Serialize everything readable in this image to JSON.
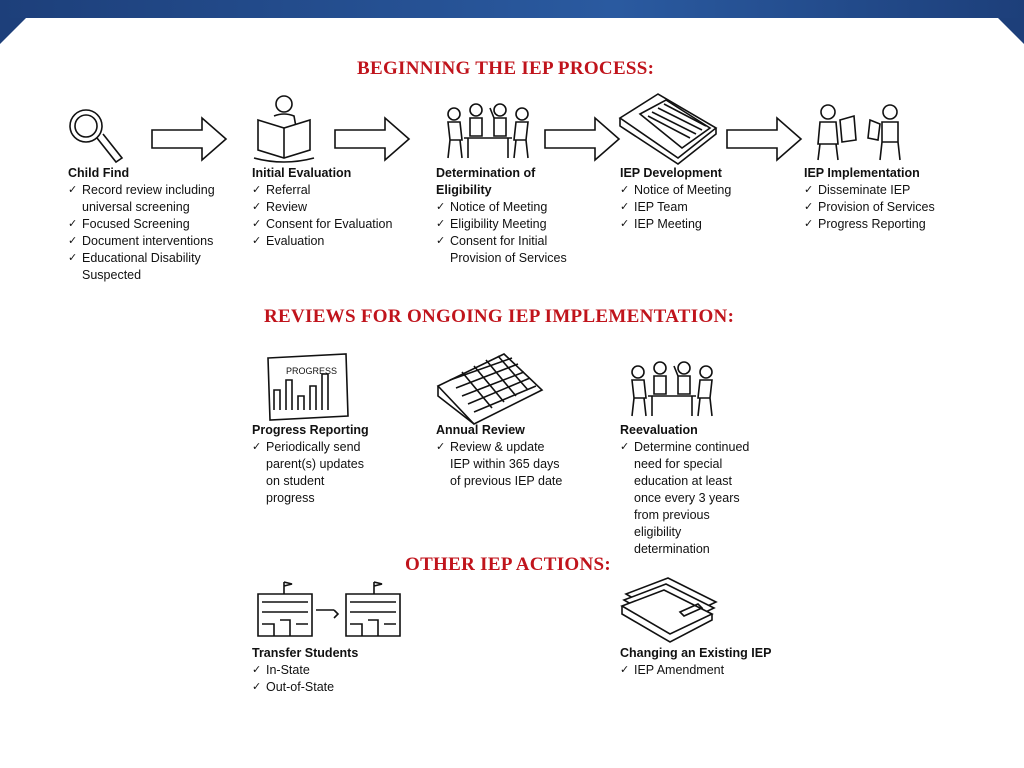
{
  "headings": {
    "beginning": "BEGINNING THE IEP PROCESS:",
    "reviews": "REVIEWS FOR ONGOING IEP IMPLEMENTATION:",
    "other": "OTHER IEP ACTIONS:"
  },
  "beginning_steps": [
    {
      "title": "Child Find",
      "icon": "magnifying-glass-icon",
      "items": [
        "Record review including universal screening",
        "Focused Screening",
        "Document interventions",
        "Educational Disability Suspected"
      ]
    },
    {
      "title": "Initial Evaluation",
      "icon": "person-reading-icon",
      "items": [
        "Referral",
        "Review",
        "Consent for Evaluation",
        "Evaluation"
      ]
    },
    {
      "title": "Determination of Eligibility",
      "icon": "team-meeting-icon",
      "items": [
        "Notice of Meeting",
        "Eligibility Meeting",
        "Consent for Initial Provision of Services"
      ]
    },
    {
      "title": "IEP Development",
      "icon": "binder-icon",
      "items": [
        "Notice of Meeting",
        "IEP Team",
        "IEP Meeting"
      ]
    },
    {
      "title": "IEP Implementation",
      "icon": "teacher-student-icon",
      "items": [
        "Disseminate IEP",
        "Provision of Services",
        "Progress Reporting"
      ]
    }
  ],
  "progress_sign_text": "PROGRESS",
  "review_steps": [
    {
      "title": "Progress Reporting",
      "icon": "progress-chart-icon",
      "items": [
        "Periodically send parent(s) updates on student progress"
      ]
    },
    {
      "title": "Annual Review",
      "icon": "calendar-icon",
      "items": [
        "Review & update IEP within 365 days of previous IEP date"
      ]
    },
    {
      "title": "Reevaluation",
      "icon": "team-meeting-icon",
      "items": [
        "Determine continued need for special education at least once every 3 years from previous eligibility determination"
      ]
    }
  ],
  "other_steps": [
    {
      "title": "Transfer Students",
      "icon": "school-buildings-icon",
      "items": [
        "In-State",
        "Out-of-State"
      ]
    },
    {
      "title": "Changing an Existing IEP",
      "icon": "stacked-folders-icon",
      "items": [
        "IEP Amendment"
      ]
    }
  ],
  "colors": {
    "heading": "#c0141c",
    "top_bar": "#1d3f7a"
  }
}
